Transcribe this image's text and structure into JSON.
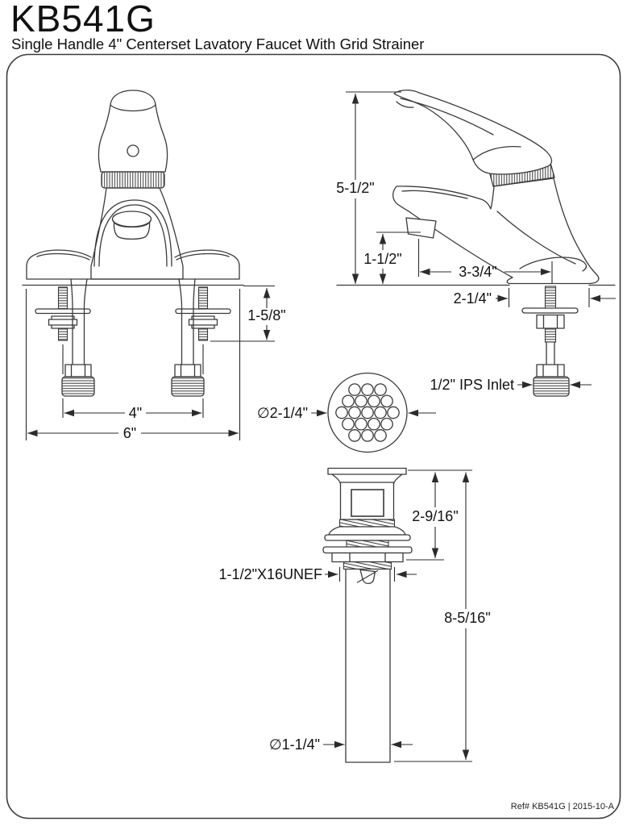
{
  "header": {
    "title": "KB541G",
    "subtitle": "Single Handle 4\" Centerset Lavatory Faucet With Grid Strainer"
  },
  "dims": {
    "front": {
      "shank_length": "1-5/8\"",
      "faucet_centers": "4\"",
      "overall_width": "6\""
    },
    "side": {
      "overall_height": "5-1/2\"",
      "spout_height": "1-1/2\"",
      "spout_reach": "3-3/4\"",
      "base_depth": "2-1/4\"",
      "inlet_label": "1/2\" IPS Inlet"
    },
    "strainer": {
      "diameter": "∅2-1/4\""
    },
    "drain": {
      "top_assembly_height": "2-9/16\"",
      "thread_spec": "1-1/2\"X16UNEF",
      "overall_length": "8-5/16\"",
      "tailpiece_diameter": "∅1-1/4\""
    }
  },
  "footer": {
    "ref": "Ref# KB541G | 2015-10-A"
  }
}
